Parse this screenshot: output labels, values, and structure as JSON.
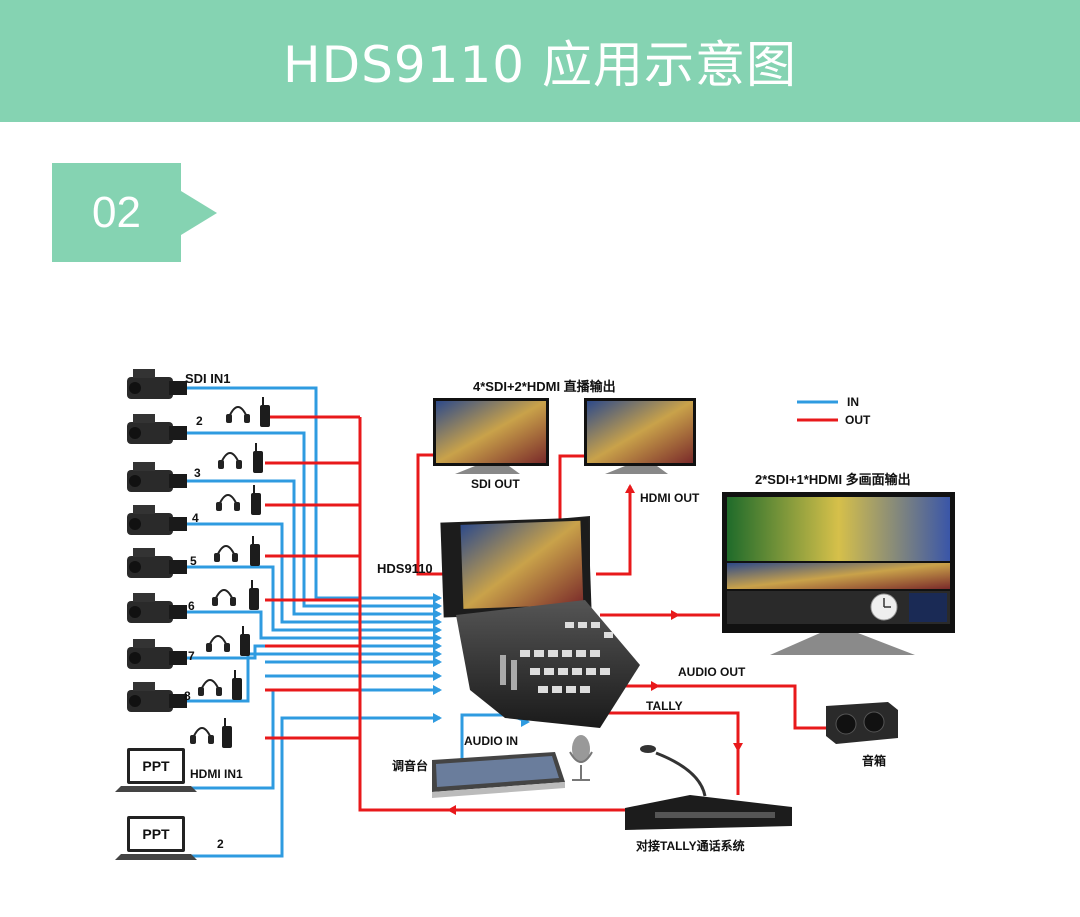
{
  "header": {
    "title": "HDS9110 应用示意图",
    "background": "#85d3b2"
  },
  "section": {
    "number": "02"
  },
  "diagram": {
    "colors": {
      "in": "#2f9be0",
      "out": "#e8191b"
    },
    "legend": {
      "in": "IN",
      "out": "OUT"
    },
    "device": "HDS9110",
    "inputs": {
      "sdi_first": "SDI IN1",
      "sdi_numbers": [
        "2",
        "3",
        "4",
        "5",
        "6",
        "7",
        "8"
      ],
      "hdmi_first": "HDMI IN1",
      "hdmi_second": "2",
      "ppt": "PPT"
    },
    "outputs": {
      "live_title": "4*SDI+2*HDMI 直播输出",
      "sdi_out": "SDI OUT",
      "hdmi_out": "HDMI OUT",
      "multiview_title": "2*SDI+1*HDMI 多画面输出",
      "audio_out": "AUDIO OUT",
      "tally": "TALLY",
      "audio_in": "AUDIO IN",
      "mixer": "调音台",
      "speaker": "音箱",
      "tally_system": "对接TALLY通话系统"
    }
  }
}
